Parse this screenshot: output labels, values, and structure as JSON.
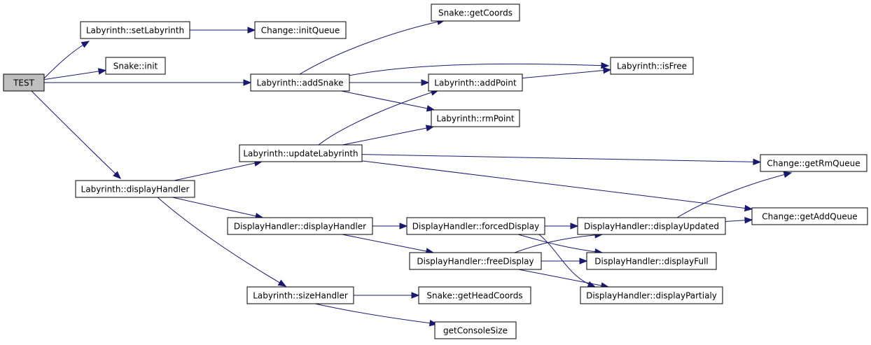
{
  "graph": {
    "nodes": [
      {
        "id": "test",
        "label": "TEST"
      },
      {
        "id": "setLab",
        "label": "Labyrinth::setLabyrinth"
      },
      {
        "id": "snakeInit",
        "label": "Snake::init"
      },
      {
        "id": "dispHandler",
        "label": "Labyrinth::displayHandler"
      },
      {
        "id": "initQueue",
        "label": "Change::initQueue"
      },
      {
        "id": "addSnake",
        "label": "Labyrinth::addSnake"
      },
      {
        "id": "updateLab",
        "label": "Labyrinth::updateLabyrinth"
      },
      {
        "id": "dhCtor",
        "label": "DisplayHandler::displayHandler"
      },
      {
        "id": "sizeHandler",
        "label": "Labyrinth::sizeHandler"
      },
      {
        "id": "getCoords",
        "label": "Snake::getCoords"
      },
      {
        "id": "addPoint",
        "label": "Labyrinth::addPoint"
      },
      {
        "id": "rmPoint",
        "label": "Labyrinth::rmPoint"
      },
      {
        "id": "forced",
        "label": "DisplayHandler::forcedDisplay"
      },
      {
        "id": "freeDisp",
        "label": "DisplayHandler::freeDisplay"
      },
      {
        "id": "getHead",
        "label": "Snake::getHeadCoords"
      },
      {
        "id": "consoleSize",
        "label": "getConsoleSize"
      },
      {
        "id": "isFree",
        "label": "Labyrinth::isFree"
      },
      {
        "id": "dispUpdated",
        "label": "DisplayHandler::displayUpdated"
      },
      {
        "id": "dispFull",
        "label": "DisplayHandler::displayFull"
      },
      {
        "id": "dispPartial",
        "label": "DisplayHandler::displayPartialy"
      },
      {
        "id": "getRm",
        "label": "Change::getRmQueue"
      },
      {
        "id": "getAdd",
        "label": "Change::getAddQueue"
      }
    ],
    "edges": [
      [
        "test",
        "setLab"
      ],
      [
        "test",
        "snakeInit"
      ],
      [
        "test",
        "addSnake"
      ],
      [
        "test",
        "dispHandler"
      ],
      [
        "setLab",
        "initQueue"
      ],
      [
        "addSnake",
        "getCoords"
      ],
      [
        "addSnake",
        "isFree"
      ],
      [
        "addSnake",
        "addPoint"
      ],
      [
        "addSnake",
        "rmPoint"
      ],
      [
        "addPoint",
        "isFree"
      ],
      [
        "dispHandler",
        "updateLab"
      ],
      [
        "dispHandler",
        "dhCtor"
      ],
      [
        "dispHandler",
        "sizeHandler"
      ],
      [
        "updateLab",
        "addPoint"
      ],
      [
        "updateLab",
        "rmPoint"
      ],
      [
        "updateLab",
        "getRm"
      ],
      [
        "updateLab",
        "getAdd"
      ],
      [
        "dhCtor",
        "forced"
      ],
      [
        "dhCtor",
        "freeDisp"
      ],
      [
        "forced",
        "dispUpdated"
      ],
      [
        "forced",
        "dispFull"
      ],
      [
        "forced",
        "dispPartial"
      ],
      [
        "freeDisp",
        "dispUpdated"
      ],
      [
        "freeDisp",
        "dispFull"
      ],
      [
        "freeDisp",
        "dispPartial"
      ],
      [
        "dispUpdated",
        "getRm"
      ],
      [
        "dispUpdated",
        "getAdd"
      ],
      [
        "sizeHandler",
        "getHead"
      ],
      [
        "sizeHandler",
        "consoleSize"
      ]
    ]
  },
  "colors": {
    "edge": "#191970",
    "root_fill": "#bfbfbf",
    "node_fill": "#ffffff",
    "node_border": "#000000"
  }
}
